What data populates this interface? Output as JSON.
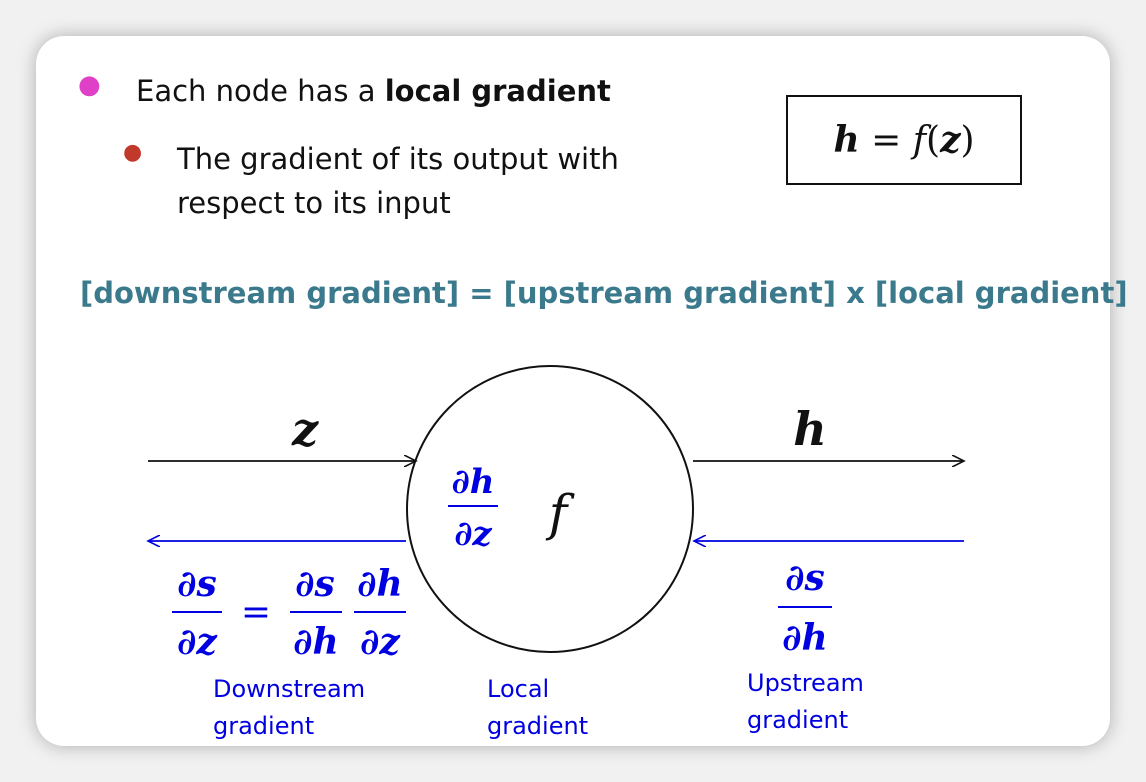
{
  "bullets": {
    "main_prefix": "Each node has a ",
    "main_bold": "local gradient",
    "sub_line1": "The gradient of its output with",
    "sub_line2": "respect to its input"
  },
  "formula_box": {
    "lhs": "h",
    "eq": " = ",
    "func": "f",
    "open": "(",
    "arg": "z",
    "close": ")"
  },
  "equation_text": "[downstream gradient] = [upstream gradient] x [local gradient]",
  "diagram": {
    "input_var": "z",
    "output_var": "h",
    "node_func": "f",
    "local_num": "∂h",
    "local_den": "∂z",
    "down_lhs_num": "∂s",
    "down_lhs_den": "∂z",
    "down_eq": "=",
    "down_r1_num": "∂s",
    "down_r1_den": "∂h",
    "down_r2_num": "∂h",
    "down_r2_den": "∂z",
    "up_num": "∂s",
    "up_den": "∂h",
    "labels": {
      "downstream_1": "Downstream",
      "downstream_2": "gradient",
      "local_1": "Local",
      "local_2": "gradient",
      "upstream_1": "Upstream",
      "upstream_2": "gradient"
    }
  },
  "colors": {
    "accent_teal": "#3b7a8c",
    "gradient_blue": "#0000e0",
    "bullet_pink": "#e040c8",
    "bullet_red": "#c0392b"
  }
}
